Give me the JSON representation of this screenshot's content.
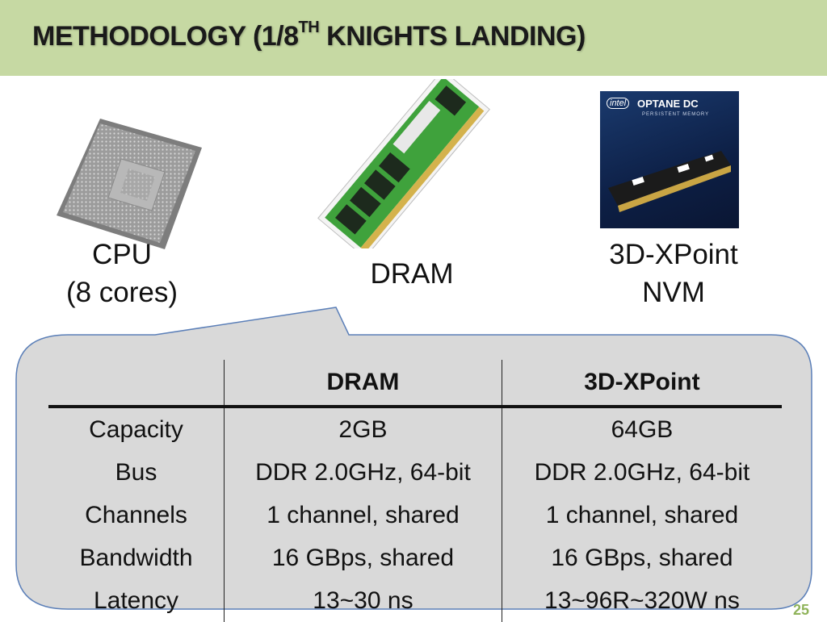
{
  "slide": {
    "title_main": "METHODOLOGY (1/8",
    "title_sup": "TH",
    "title_rest": " KNIGHTS LANDING)",
    "page_number": "25"
  },
  "devices": {
    "cpu": {
      "line1": "CPU",
      "line2": "(8 cores)"
    },
    "dram": {
      "line1": "DRAM"
    },
    "nvm": {
      "line1": "3D-XPoint",
      "line2": "NVM",
      "product_brand": "intel",
      "product_name": "OPTANE DC",
      "product_sub": "PERSISTENT MEMORY"
    }
  },
  "table": {
    "headers": [
      "",
      "DRAM",
      "3D-XPoint"
    ],
    "rows": [
      [
        "Capacity",
        "2GB",
        "64GB"
      ],
      [
        "Bus",
        "DDR 2.0GHz, 64-bit",
        "DDR 2.0GHz, 64-bit"
      ],
      [
        "Channels",
        "1 channel, shared",
        "1 channel, shared"
      ],
      [
        "Bandwidth",
        "16 GBps, shared",
        "16 GBps, shared"
      ],
      [
        "Latency",
        "13~30 ns",
        "13~96R~320W ns"
      ]
    ]
  },
  "colors": {
    "title_bar": "#c6d9a3",
    "callout_fill": "#d9d9d9",
    "callout_border": "#5b7fb8",
    "page_number": "#8fb35a"
  }
}
